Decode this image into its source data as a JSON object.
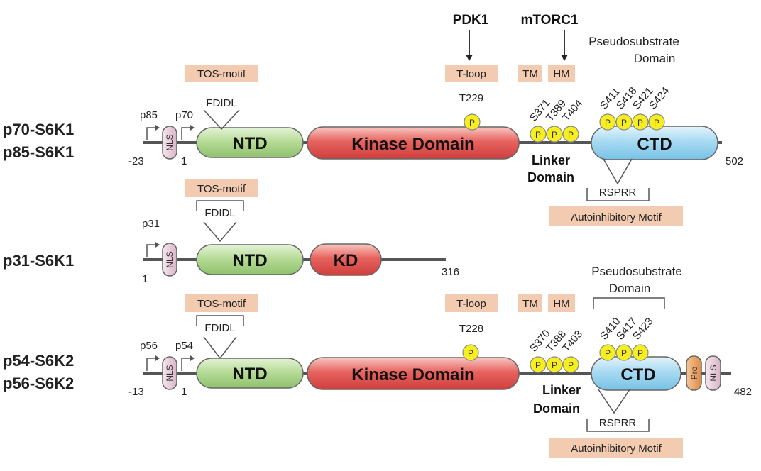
{
  "colors": {
    "ntd": "#b7dc98",
    "kinase": "#e7635f",
    "ctd": "#a8daf2",
    "nls": "#e6cbd8",
    "pro": "#e8a46a",
    "phospho": "#f6ee20",
    "motif_box": "#f2cbb0",
    "line": "#555555"
  },
  "rows": {
    "s6k1": {
      "label_line1": "p70-S6K1",
      "label_line2": "p85-S6K1",
      "start_num": "-23",
      "one": "1",
      "end_num": "502",
      "arrow_a": "p85",
      "arrow_b": "p70",
      "nls": "NLS",
      "ntd": "NTD",
      "kinase": "Kinase Domain",
      "ctd": "CTD",
      "tos_motif": "TOS-motif",
      "fdidl": "FDIDL",
      "tloop": "T-loop",
      "tloop_site": "T229",
      "tm": "TM",
      "hm": "HM",
      "pdk1": "PDK1",
      "mtorc1": "mTORC1",
      "pseudo_line1": "Pseudosubstrate",
      "pseudo_line2": "Domain",
      "linker_sites": [
        "S371",
        "T389",
        "T404"
      ],
      "ctd_sites": [
        "S411",
        "S418",
        "S421",
        "S424"
      ],
      "phospho": "P",
      "linker_line1": "Linker",
      "linker_line2": "Domain",
      "rsprr": "RSPRR",
      "autoinhibitory": "Autoinhibitory Motif"
    },
    "p31": {
      "label": "p31-S6K1",
      "start_num": "1",
      "end_num": "316",
      "arrow": "p31",
      "nls": "NLS",
      "ntd": "NTD",
      "kd": "KD",
      "tos_motif": "TOS-motif",
      "fdidl": "FDIDL"
    },
    "s6k2": {
      "label_line1": "p54-S6K2",
      "label_line2": "p56-S6K2",
      "start_num": "-13",
      "one": "1",
      "end_num": "482",
      "arrow_a": "p56",
      "arrow_b": "p54",
      "nls": "NLS",
      "ntd": "NTD",
      "kinase": "Kinase Domain",
      "ctd": "CTD",
      "pro": "Pro",
      "nls2": "NLS",
      "tos_motif": "TOS-motif",
      "fdidl": "FDIDL",
      "tloop": "T-loop",
      "tloop_site": "T228",
      "tm": "TM",
      "hm": "HM",
      "pseudo_line1": "Pseudosubstrate",
      "pseudo_line2": "Domain",
      "linker_sites": [
        "S370",
        "T388",
        "T403"
      ],
      "ctd_sites": [
        "S410",
        "S417",
        "S423"
      ],
      "phospho": "P",
      "linker_line1": "Linker",
      "linker_line2": "Domain",
      "rsprr": "RSPRR",
      "autoinhibitory": "Autoinhibitory Motif"
    }
  }
}
